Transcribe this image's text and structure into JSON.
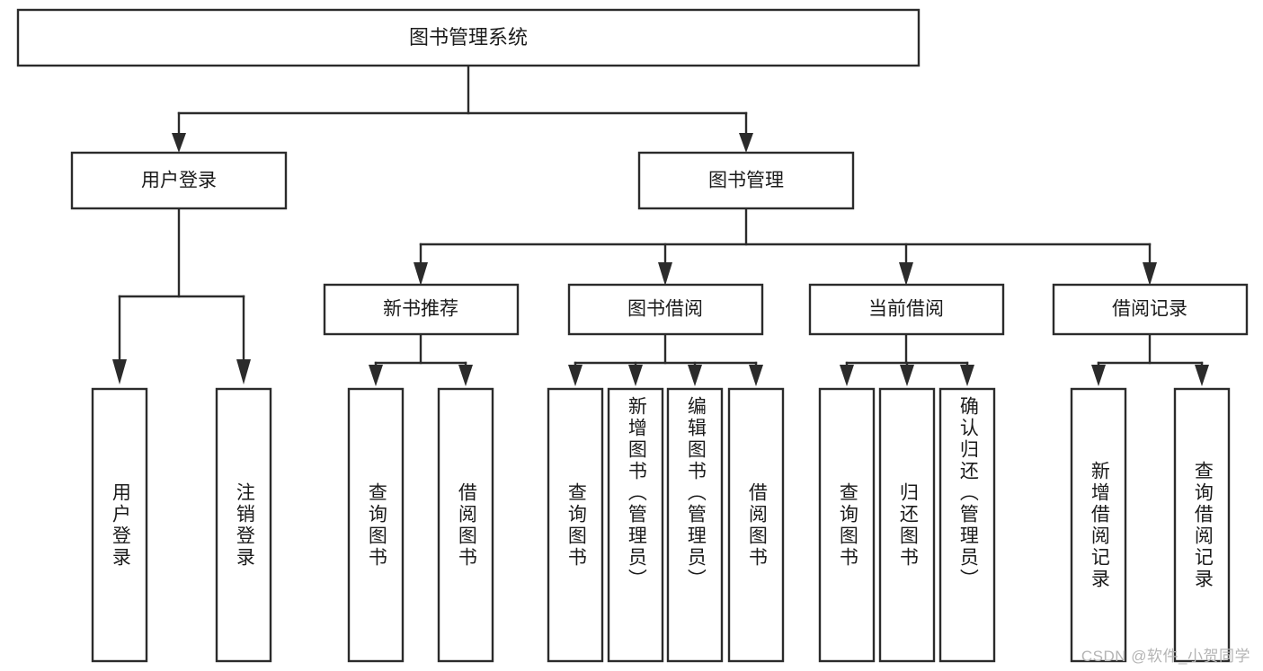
{
  "diagram": {
    "title": "图书管理系统",
    "type": "tree-hierarchy-diagram",
    "orientation": "top-down",
    "colors": {
      "box_stroke": "#2b2b2b",
      "box_fill": "#ffffff",
      "connector": "#2b2b2b",
      "text": "#1b1b1b",
      "watermark": "#b4b4b4",
      "background": "#ffffff"
    }
  },
  "root": {
    "label": "图书管理系统"
  },
  "level2": [
    {
      "label": "用户登录"
    },
    {
      "label": "图书管理"
    }
  ],
  "level3": [
    {
      "label": "新书推荐"
    },
    {
      "label": "图书借阅"
    },
    {
      "label": "当前借阅"
    },
    {
      "label": "借阅记录"
    }
  ],
  "leaves": {
    "user_login": [
      {
        "label": "用户登录"
      },
      {
        "label": "注销登录"
      }
    ],
    "new_book_recommend": [
      {
        "label": "查询图书"
      },
      {
        "label": "借阅图书"
      }
    ],
    "book_borrow": [
      {
        "label": "查询图书"
      },
      {
        "label": "新增图书（管理员）"
      },
      {
        "label": "编辑图书（管理员）"
      },
      {
        "label": "借阅图书"
      }
    ],
    "current_borrow": [
      {
        "label": "查询图书"
      },
      {
        "label": "归还图书"
      },
      {
        "label": "确认归还（管理员）"
      }
    ],
    "borrow_record": [
      {
        "label": "新增借阅记录"
      },
      {
        "label": "查询借阅记录"
      }
    ]
  },
  "watermark": {
    "text": "CSDN @软件_小贺同学"
  }
}
